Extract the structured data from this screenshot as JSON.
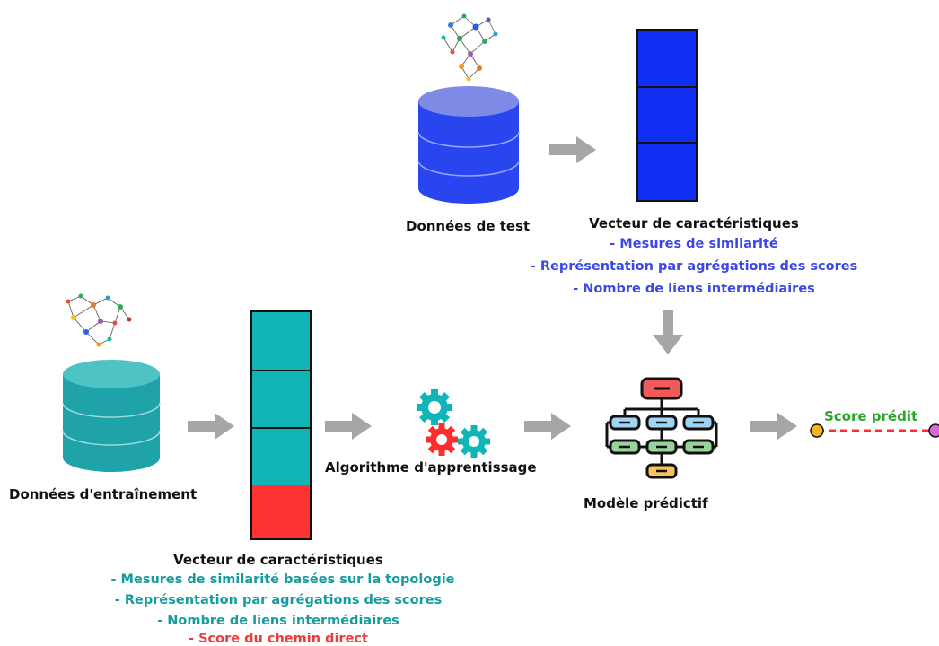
{
  "test_section": {
    "db_label": "Données de test",
    "vector_title": "Vecteur de caractéristiques",
    "features": [
      "- Mesures de similarité",
      "- Représentation par agrégations des scores",
      "- Nombre de liens intermédiaires"
    ],
    "color_db": "#2845f0",
    "color_vector": "#0f2ff2"
  },
  "train_section": {
    "db_label": "Données d'entraînement",
    "vector_title": "Vecteur de caractéristiques",
    "features": [
      "- Mesures de similarité basées sur la topologie",
      "- Représentation par agrégations des scores",
      "- Nombre de liens intermédiaires"
    ],
    "extra_feature": "- Score du chemin direct",
    "color_db": "#1fa3a8",
    "color_vector": "#11b5b8",
    "color_extra": "#ff3333"
  },
  "algorithm_label": "Algorithme d'apprentissage",
  "model_label": "Modèle prédictif",
  "score_label": "Score prédit",
  "icons": [
    "network-icon",
    "database-icon",
    "gears-icon",
    "hierarchy-icon"
  ]
}
